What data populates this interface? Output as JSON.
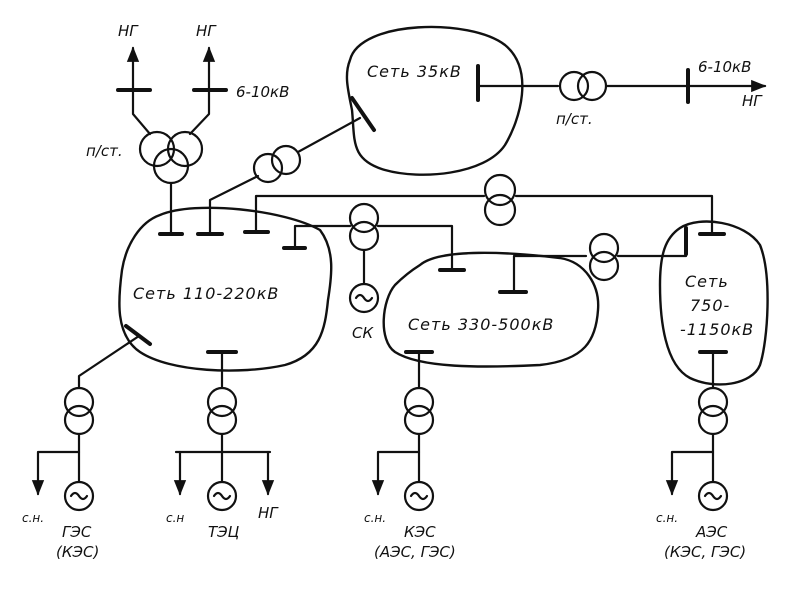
{
  "networks": {
    "net_35": "Сеть 35кВ",
    "net_110_220": "Сеть 110-220кВ",
    "net_330_500": "Сеть 330-500кВ",
    "net_750_line1": "Сеть",
    "net_750_line2": "750-",
    "net_750_line3": "-1150кВ"
  },
  "loads": {
    "ng": "НГ",
    "voltage_6_10": "6-10кВ",
    "substation": "п/ст."
  },
  "compensator": "СК",
  "own_needs": {
    "sn_dots": "с.н.",
    "sn_plain": "с.н"
  },
  "plants": {
    "ges_name": "ГЭС",
    "ges_alt": "(КЭС)",
    "tec_name": "ТЭЦ",
    "kes_name": "КЭС",
    "kes_alt": "(АЭС, ГЭС)",
    "aes_name": "АЭС",
    "aes_alt": "(КЭС, ГЭС)"
  }
}
